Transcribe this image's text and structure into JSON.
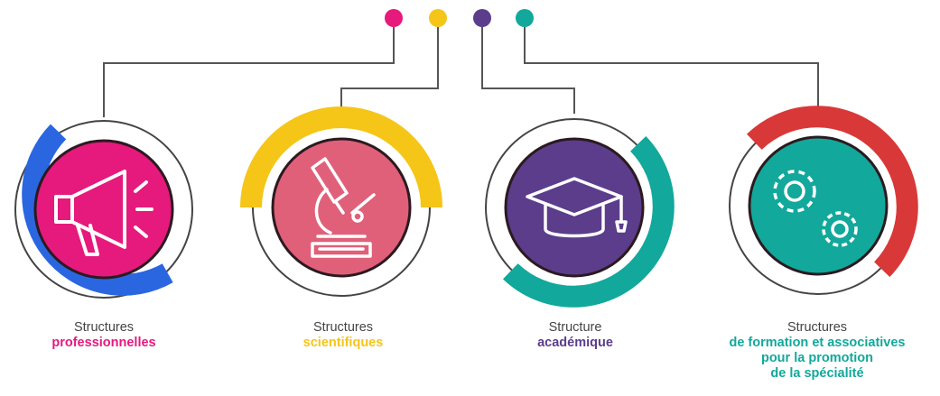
{
  "colors": {
    "pink": "#e6197d",
    "yellow": "#f5c518",
    "purple": "#5b3d8c",
    "teal": "#12a89b",
    "blue": "#2a66e0",
    "red": "#d93838",
    "rose": "#e0607a",
    "connector": "#555555",
    "ring": "#444444"
  },
  "items": [
    {
      "icon": "megaphone-icon",
      "caption_line1": "Structures",
      "caption_line2": "professionnelles",
      "caption_line2_color": "#e6197d"
    },
    {
      "icon": "microscope-icon",
      "caption_line1": "Structures",
      "caption_line2": "scientifiques",
      "caption_line2_color": "#f5c518"
    },
    {
      "icon": "graduation-cap-icon",
      "caption_line1": "Structure",
      "caption_line2": "académique",
      "caption_line2_color": "#5b3d8c"
    },
    {
      "icon": "gears-icon",
      "caption_line1": "Structures",
      "caption_line2": "de formation et associatives",
      "caption_line3": "pour la promotion",
      "caption_line4": "de la spécialité",
      "caption_line2_color": "#12a89b"
    }
  ]
}
